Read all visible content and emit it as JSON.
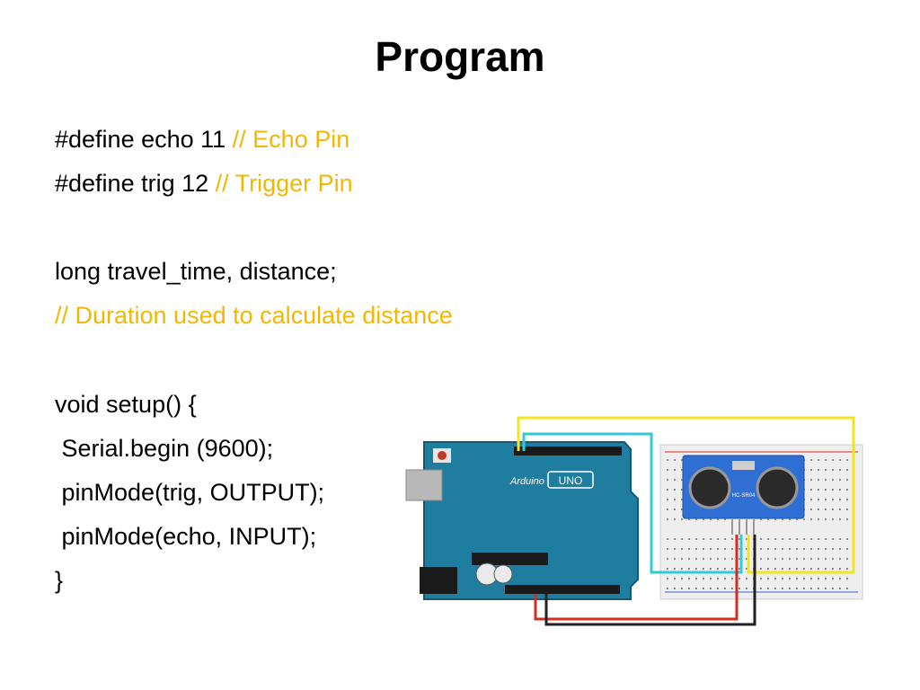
{
  "slide": {
    "title": "Program"
  },
  "code": {
    "line1_code": "#define echo 11 ",
    "line1_comment": "// Echo Pin",
    "line2_code": "#define trig 12 ",
    "line2_comment": "// Trigger Pin",
    "line3_code": "long travel_time, distance;",
    "line4_comment": "// Duration used to calculate distance",
    "line5_code": "void setup() {",
    "line6_code": " Serial.begin (9600);",
    "line7_code": " pinMode(trig, OUTPUT);",
    "line8_code": " pinMode(echo, INPUT);",
    "line9_code": "}"
  },
  "diagram": {
    "board_brand": "Arduino",
    "board_model": "UNO",
    "sensor_label": "HC-SR04",
    "colors": {
      "board": "#1f7ea0",
      "wire_yellow": "#f2e51f",
      "wire_cyan": "#33c9d9",
      "wire_red": "#d62b1f",
      "wire_black": "#222222",
      "sensor": "#2f6fd3",
      "comment": "#f2b705"
    }
  }
}
